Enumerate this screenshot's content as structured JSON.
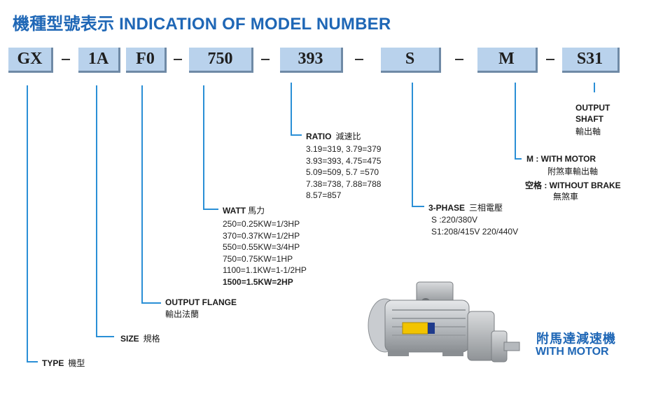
{
  "title": "機種型號表示 INDICATION OF MODEL NUMBER",
  "codes": {
    "type": "GX",
    "size": "1A",
    "flange": "F0",
    "watt": "750",
    "ratio": "393",
    "phase": "S",
    "motor": "M",
    "shaft": "S31"
  },
  "separator": "–",
  "labels": {
    "type_en": "TYPE",
    "type_zh": "機型",
    "size_en": "SIZE",
    "size_zh": "規格",
    "flange_en": "OUTPUT FLANGE",
    "flange_zh": "輸出法蘭",
    "watt_en": "WATT",
    "watt_zh": "馬力",
    "ratio_en": "RATIO",
    "ratio_zh": "減速比",
    "phase_en": "3-PHASE",
    "phase_zh": "三相電壓",
    "motor_en": "M : WITH MOTOR",
    "motor_zh": "附煞車輸出軸",
    "brake_en": "空格 : WITHOUT BRAKE",
    "brake_zh": "無煞車",
    "shaft_en1": "OUTPUT",
    "shaft_en2": "SHAFT",
    "shaft_zh": "輸出軸"
  },
  "watt_values": [
    "250=0.25KW=1/3HP",
    "370=0.37KW=1/2HP",
    "550=0.55KW=3/4HP",
    "750=0.75KW=1HP",
    "1100=1.1KW=1-1/2HP",
    "1500=1.5KW=2HP"
  ],
  "ratio_values": [
    "3.19=319, 3.79=379",
    "3.93=393, 4.75=475",
    "5.09=509, 5.7  =570",
    "7.38=738, 7.88=788",
    "8.57=857"
  ],
  "phase_values": [
    "S :220/380V",
    "S1:208/415V 220/440V"
  ],
  "caption": {
    "zh": "附馬達減速機",
    "en": "WITH MOTOR"
  },
  "colors": {
    "title": "#1f67b6",
    "box_fill": "#b9d2ec",
    "box_shadow": "#6f8aa6",
    "leader": "#2a8fd6"
  }
}
